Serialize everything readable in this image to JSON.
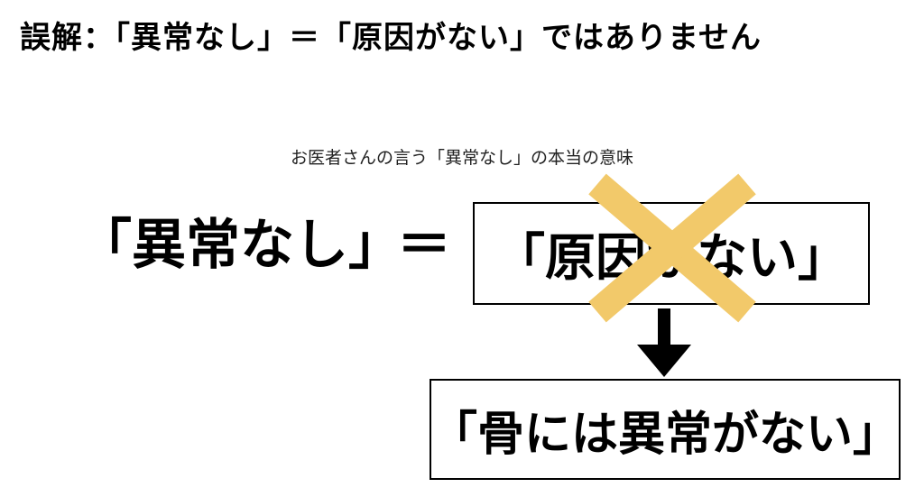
{
  "headline": "誤解：「異常なし」＝「原因がない」ではありません",
  "subtitle": "お医者さんの言う「異常なし」の本当の意味",
  "left_term": "「異常なし」",
  "equals_sign": "＝",
  "crossed_term": "「原因がない」",
  "true_meaning": "「骨には異常がない」",
  "colors": {
    "cross": "#F2C96A",
    "text": "#000000",
    "arrow": "#000000"
  },
  "icons": {
    "cross": "cross-mark-icon",
    "arrow": "arrow-down-icon"
  }
}
